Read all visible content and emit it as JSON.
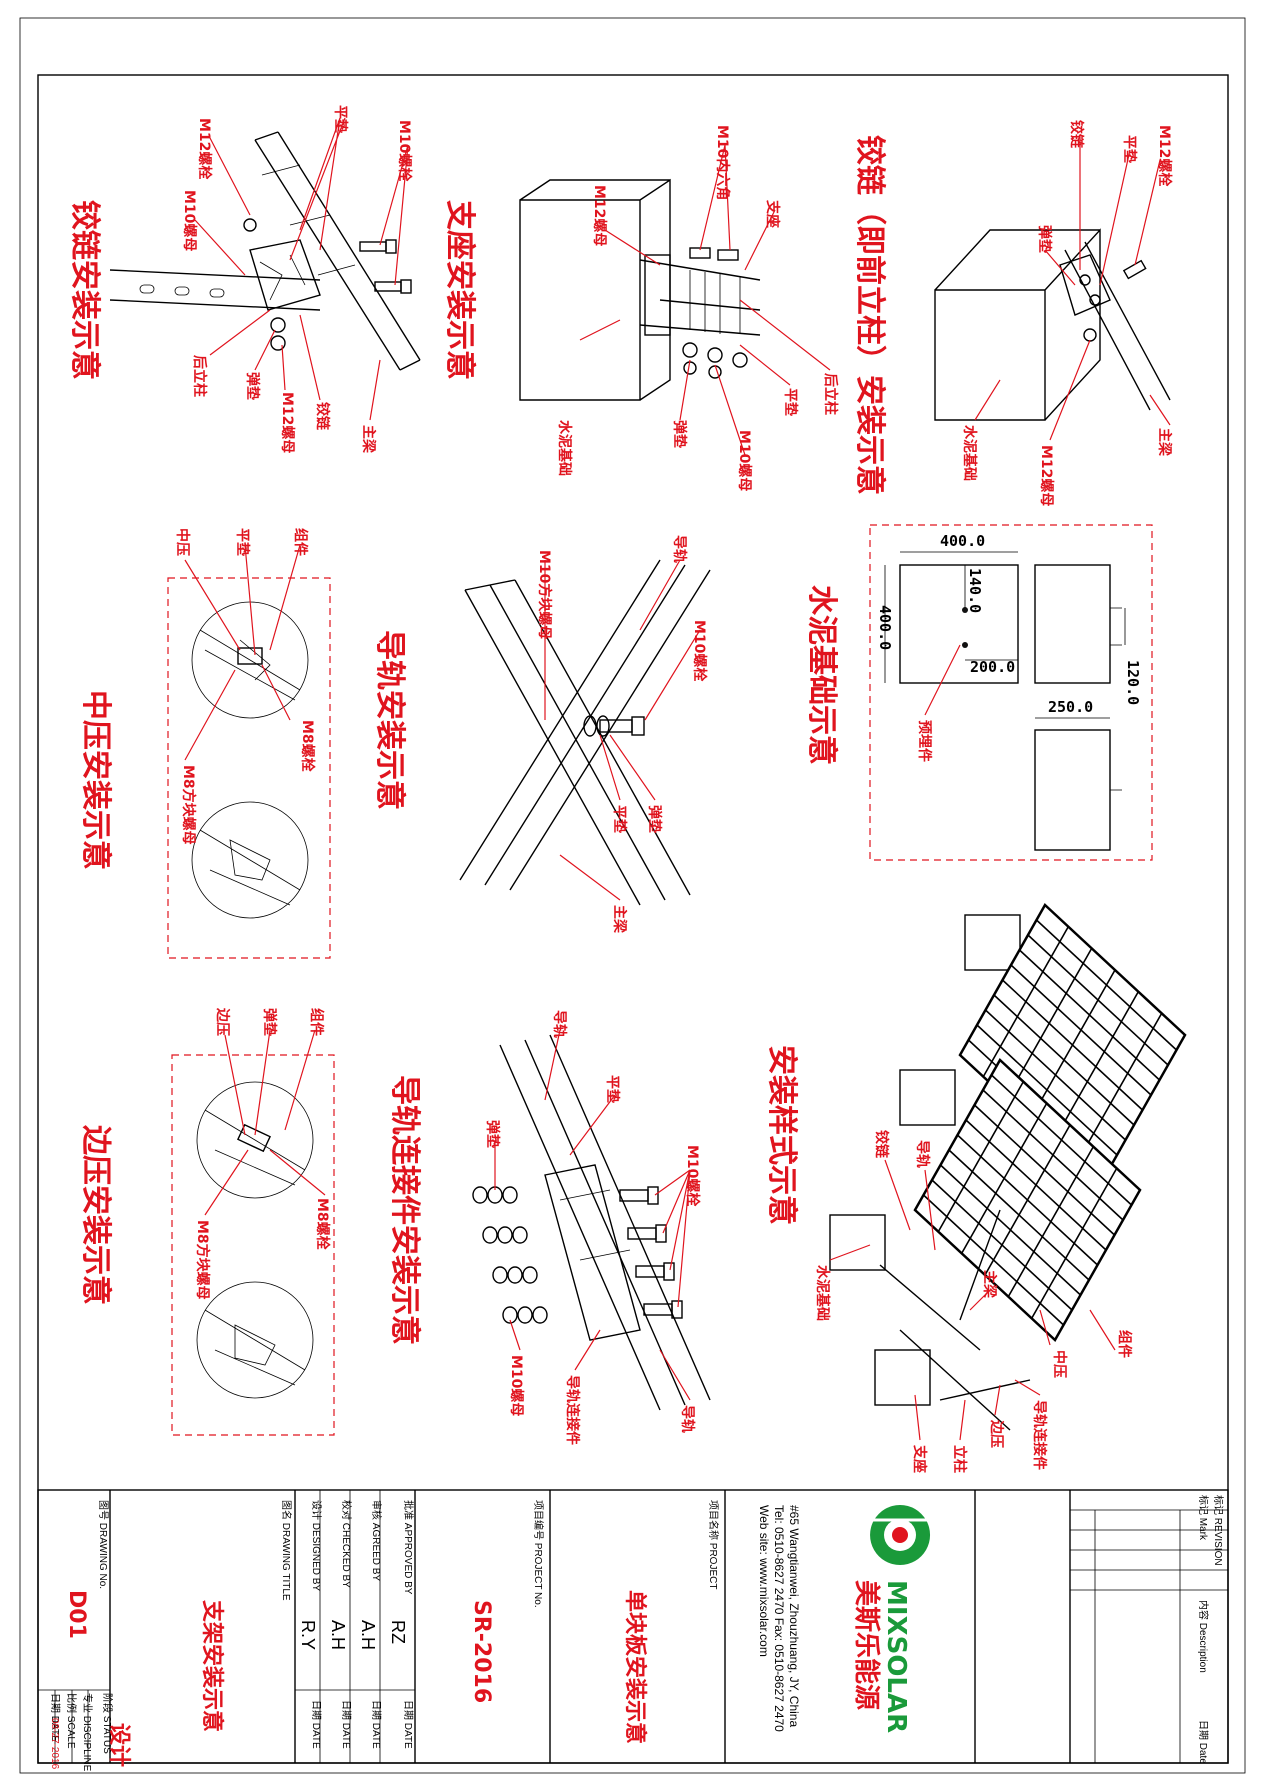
{
  "colors": {
    "accent": "#e0141e",
    "ink": "#111111",
    "brand_green": "#1a9a3a"
  },
  "titles": {
    "hinge": "铰链安装示意",
    "base": "支座安装示意",
    "hinge_front": "铰链（即前立柱）安装示意",
    "mid_clamp": "中压安装示意",
    "rail": "导轨安装示意",
    "foundation": "水泥基础示意",
    "end_clamp": "边压安装示意",
    "rail_conn": "导轨连接件安装示意",
    "sample": "安装样式示意"
  },
  "labels": {
    "hinge": [
      "M12螺栓",
      "平垫",
      "M10螺栓",
      "M10螺母",
      "后立柱",
      "弹垫",
      "M12螺母",
      "铰链",
      "主梁"
    ],
    "base": [
      "M12螺母",
      "M10内六角",
      "支座",
      "后立柱",
      "平垫",
      "M10螺母",
      "弹垫",
      "水泥基础"
    ],
    "hinge_front": [
      "铰链",
      "平垫",
      "M12螺栓",
      "弹垫",
      "水泥基础",
      "M12螺母",
      "主梁"
    ],
    "mid_clamp": [
      "中压",
      "平垫",
      "组件",
      "M8螺栓",
      "M8方块螺母"
    ],
    "rail": [
      "导轨",
      "M10方块螺母",
      "M10螺栓",
      "平垫",
      "弹垫",
      "主梁"
    ],
    "foundation": [
      "预埋件"
    ],
    "end_clamp": [
      "边压",
      "弹垫",
      "组件",
      "M8螺栓",
      "M8方块螺母"
    ],
    "rail_conn": [
      "导轨",
      "平垫",
      "弹垫",
      "M10螺栓",
      "M10螺母",
      "导轨连接件"
    ],
    "sample": [
      "铰链",
      "导轨",
      "主梁",
      "水泥基础",
      "中压",
      "组件",
      "导轨连接件",
      "边压",
      "立柱",
      "支座"
    ]
  },
  "dimensions": {
    "width": "400.0",
    "height": "400.0",
    "embed_depth": "140.0",
    "embed_offset": "200.0",
    "side_height": "120.0",
    "bottom_width": "250.0"
  },
  "title_block": {
    "revision_label": "标记 REVISION",
    "mark_label": "标记 Mark",
    "desc_label": "内容 Description",
    "date_label": "日期 Date",
    "logo_text": "MIXSOLAR",
    "company_cn": "美斯乐能源",
    "address": "#65 Wangtianwei, Zhouzhuang, JY, China",
    "tel": "Tel: 0510-8627 2470  Fax: 0510-8627 2470",
    "web": "Web site: www.mixsolar.com",
    "project_label": "项目名称 PROJECT",
    "project_value": "单块板安装示意",
    "project_no_label": "项目编号 PROJECT No.",
    "project_no_value": "SR-2016",
    "approved_label": "批准 APPROVED BY",
    "approved_value": "RZ",
    "agreed_label": "审核 AGREED BY",
    "agreed_value": "A.H",
    "checked_label": "校对 CHECKED BY",
    "checked_value": "A.H",
    "designed_label": "设计 DESIGNED BY",
    "designed_value": "R.Y",
    "date_short": "日期 DATE",
    "drawing_title_label": "图名 DRAWING TITLE",
    "drawing_title_value": "支架安装示意",
    "drawing_no_label": "图号 DRAWING No.",
    "drawing_no_value": "D01",
    "status_label": "阶段 STATUS",
    "status_value": "设计",
    "discipline_label": "专业 DISCIPLINE",
    "scale_label": "比例 SCALE",
    "date_label2": "日期 DATE",
    "date_value": "08-27-2016"
  }
}
